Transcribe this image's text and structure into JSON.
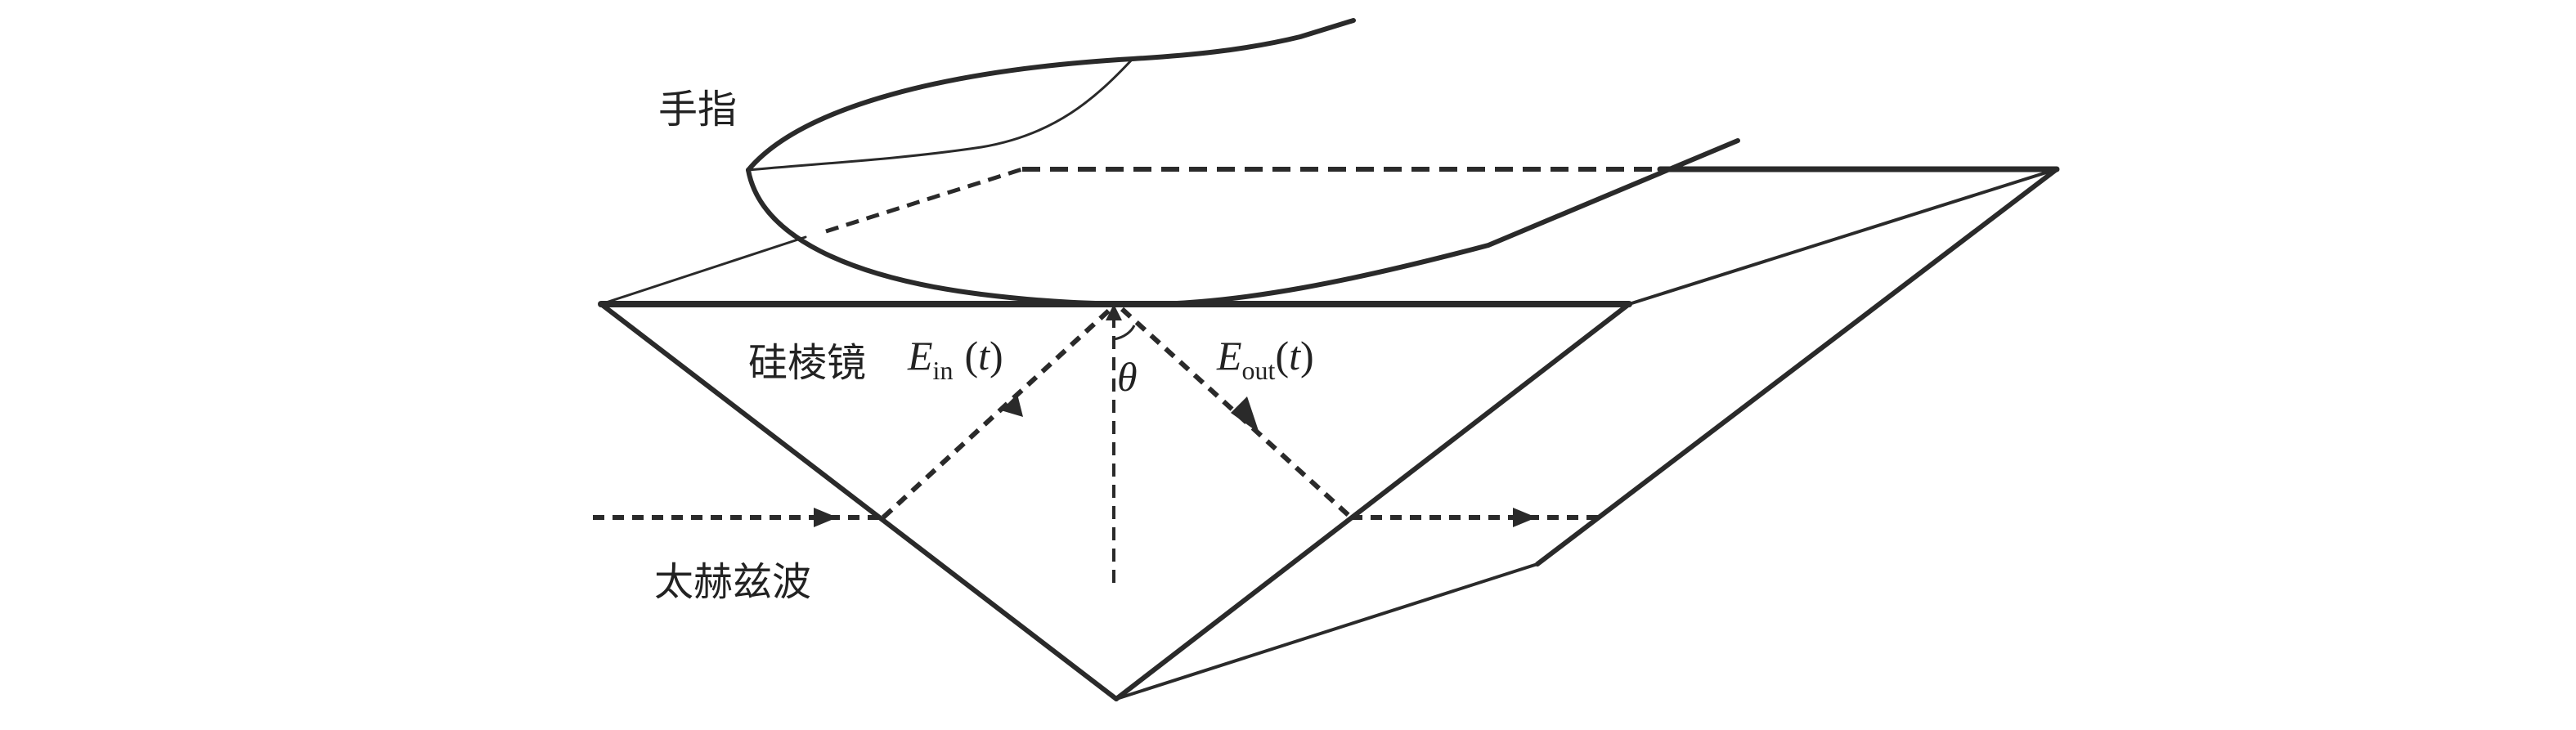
{
  "labels": {
    "finger": "手指",
    "prism": "硅棱镜",
    "thz_wave": "太赫兹波"
  },
  "fields": {
    "incident": {
      "symbol": "E",
      "subscript": "in",
      "arg_open": "(",
      "arg": "t",
      "arg_close": ")"
    },
    "reflected": {
      "symbol": "E",
      "subscript": "out",
      "arg_open": "(",
      "arg": "t",
      "arg_close": ")"
    },
    "angle": "θ"
  },
  "colors": {
    "line": "#2a2a2a",
    "text": "#222222",
    "background": "#ffffff"
  }
}
